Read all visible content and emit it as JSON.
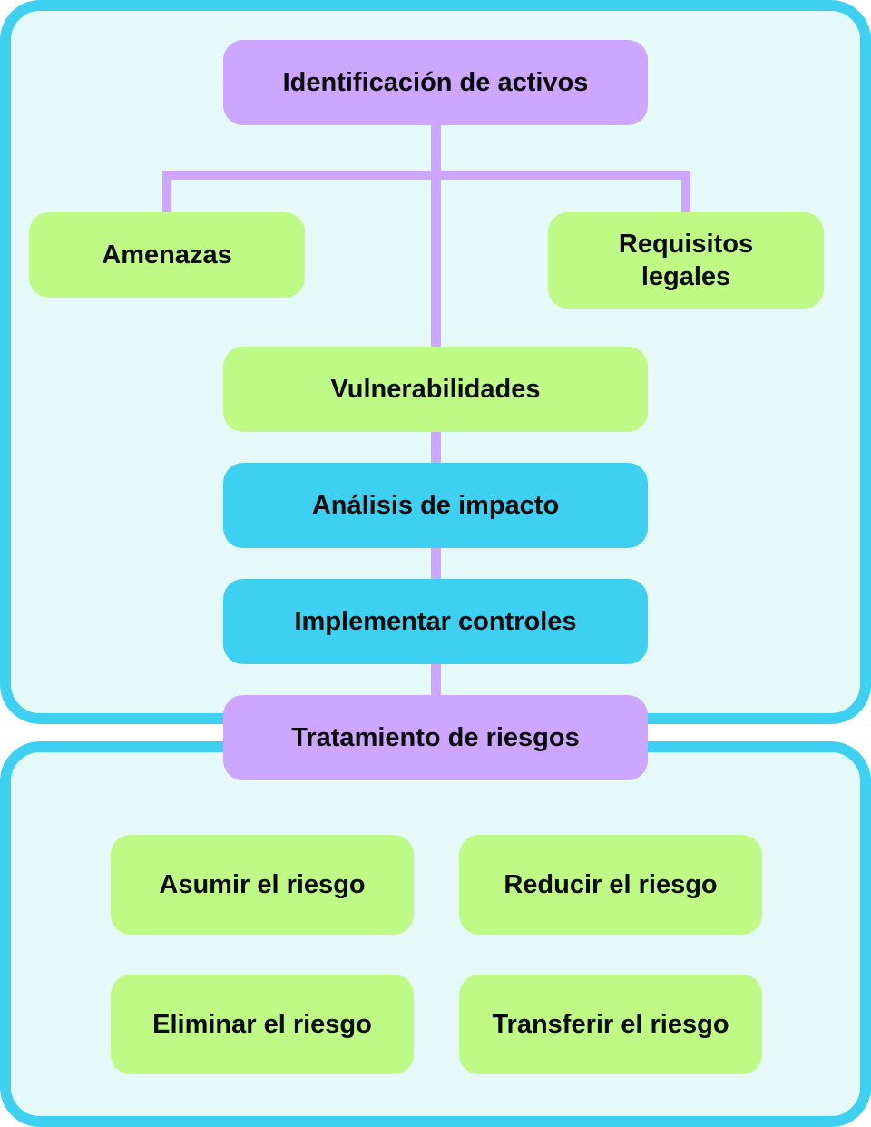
{
  "colors": {
    "panel_border": "#3ED0F0",
    "panel_fill": "#E5F9F9",
    "purple": "#CCA6FF",
    "green": "#BFFA86",
    "cyan": "#3ED0F0"
  },
  "nodes": {
    "asset_identification": "Identificación de activos",
    "threats": "Amenazas",
    "legal_requirements": "Requisitos legales",
    "vulnerabilities": "Vulnerabilidades",
    "impact_analysis": "Análisis de impacto",
    "implement_controls": "Implementar controles",
    "risk_treatment": "Tratamiento de riesgos"
  },
  "treatment_options": {
    "assume": "Asumir el riesgo",
    "reduce": "Reducir el riesgo",
    "eliminate": "Eliminar el riesgo",
    "transfer": "Transferir el riesgo"
  }
}
